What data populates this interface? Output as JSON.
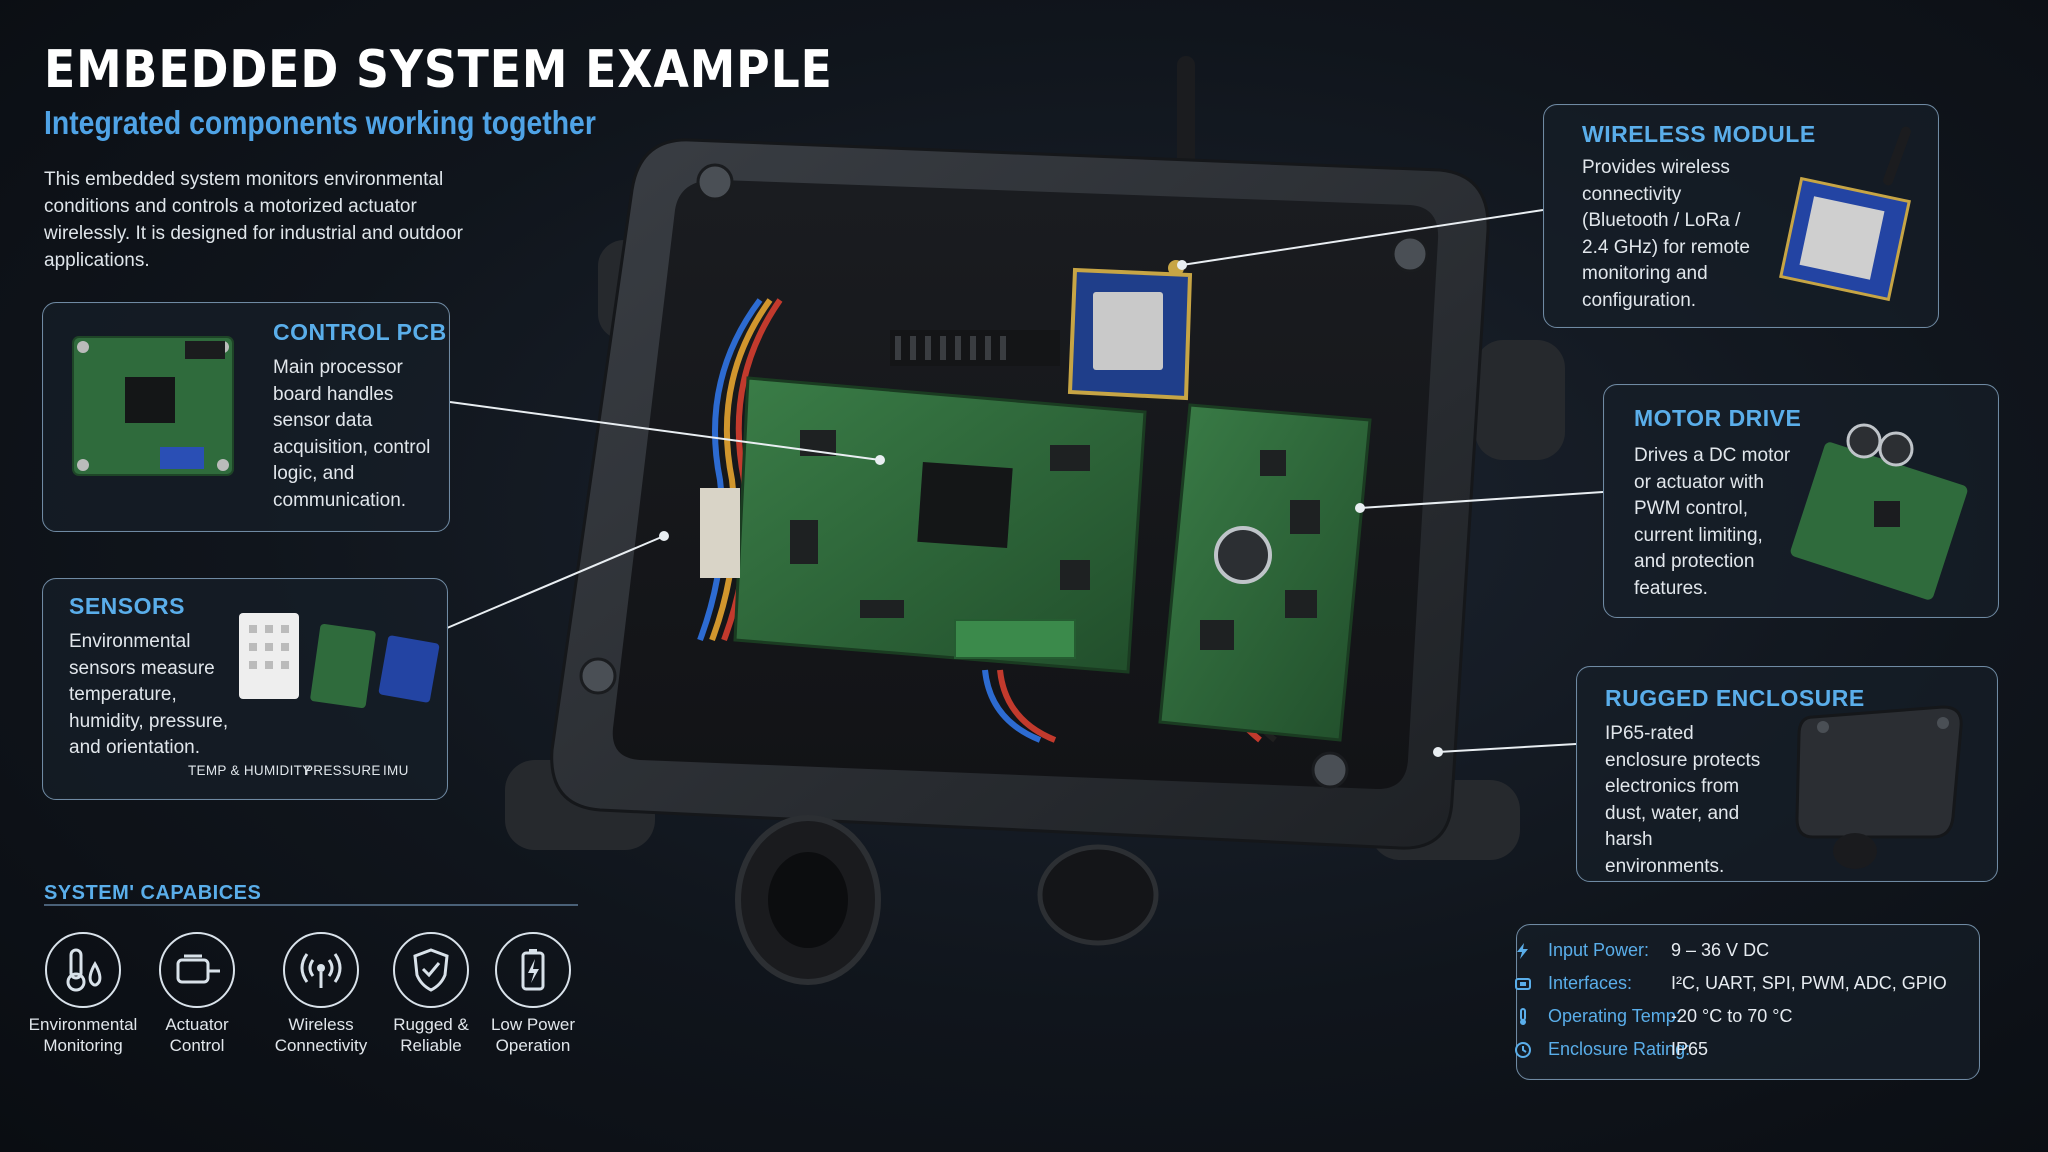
{
  "header": {
    "title": "EMBEDDED SYSTEM EXAMPLE",
    "subtitle": "Integrated components working together",
    "intro": "This embedded system monitors environmental conditions and controls a motorized actuator wirelessly. It is designed for industrial and outdoor applications."
  },
  "cards": {
    "control_pcb": {
      "title": "CONTROL PCB",
      "body": "Main processor board handles sensor data acquisition, control logic, and communication."
    },
    "sensors": {
      "title": "SENSORS",
      "body": "Environmental sensors measure temperature, humidity, pressure, and orientation.",
      "labels": [
        "TEMP & HUMIDITY",
        "PRESSURE",
        "IMU"
      ]
    },
    "wireless_module": {
      "title": "WIRELESS MODULE",
      "body": "Provides wireless connectivity (Bluetooth / LoRa / 2.4 GHz) for remote monitoring and configuration."
    },
    "motor_drive": {
      "title": "MOTOR DRIVE",
      "body": "Drives a DC motor or actuator with PWM control, current limiting, and protection features."
    },
    "rugged_enclosure": {
      "title": "RUGGED ENCLOSURE",
      "body": "IP65-rated enclosure protects electronics from dust, water, and harsh environments."
    }
  },
  "capabilities": {
    "title": "SYSTEM' CAPABICES",
    "items": [
      {
        "label": "Environmental Monitoring",
        "icon": "thermometer-drop-icon"
      },
      {
        "label": "Actuator Control",
        "icon": "motor-icon"
      },
      {
        "label": "Wireless Connectivity",
        "icon": "wireless-antenna-icon"
      },
      {
        "label": "Rugged & Reliable",
        "icon": "shield-icon"
      },
      {
        "label": "Low Power Operation",
        "icon": "battery-icon"
      }
    ]
  },
  "specs": [
    {
      "key": "Input Power:",
      "value": "9 – 36 V DC",
      "icon": "lightning-icon"
    },
    {
      "key": "Interfaces:",
      "value": "I²C, UART, SPI, PWM, ADC, GPIO",
      "icon": "interface-chip-icon"
    },
    {
      "key": "Operating Temp:",
      "value": "-20 °C to 70 °C",
      "icon": "thermometer-icon"
    },
    {
      "key": "Enclosure Rating:",
      "value": "IP65",
      "icon": "clock-icon"
    }
  ],
  "colors": {
    "accent": "#5aaeea",
    "card_border": "#6f8aa3",
    "pcb_green": "#2f6b3c",
    "enclosure": "#2b2e33"
  }
}
